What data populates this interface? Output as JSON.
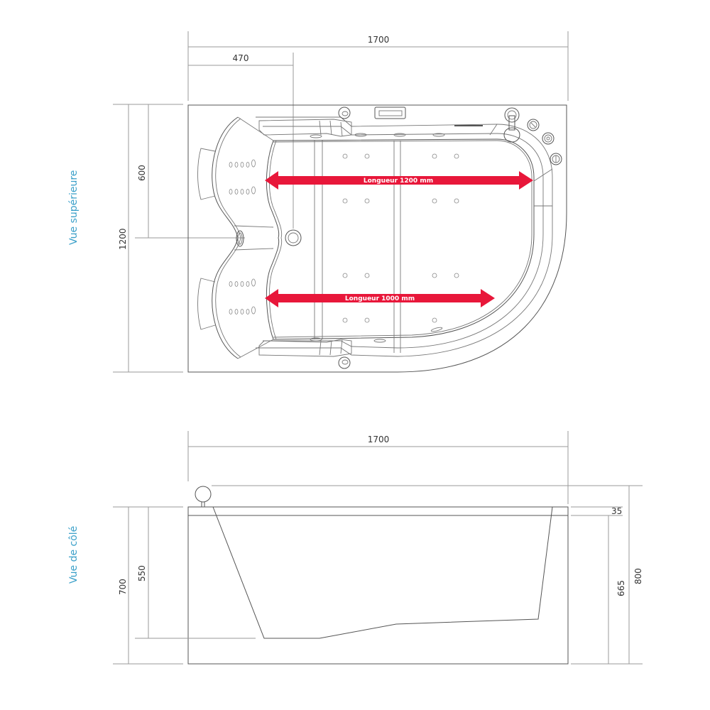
{
  "views": {
    "top": {
      "label": "Vue supérieure",
      "dimensions": {
        "overall_length": "1700",
        "drain_offset": "470",
        "overall_width": "1200",
        "half_width": "600"
      },
      "arrows": [
        {
          "label": "Longueur 1200 mm",
          "color": "#e8173a"
        },
        {
          "label": "Longueur 1000 mm",
          "color": "#e8173a"
        }
      ]
    },
    "side": {
      "label": "Vue de côlé",
      "dimensions": {
        "overall_length": "1700",
        "skirt_height": "700",
        "inner_depth": "550",
        "rim_thickness": "35",
        "body_height": "665",
        "total_height": "800"
      }
    }
  },
  "colors": {
    "label": "#3ba0c9",
    "arrow": "#e8173a",
    "line": "#555555",
    "dimension": "#9a9a9a"
  }
}
